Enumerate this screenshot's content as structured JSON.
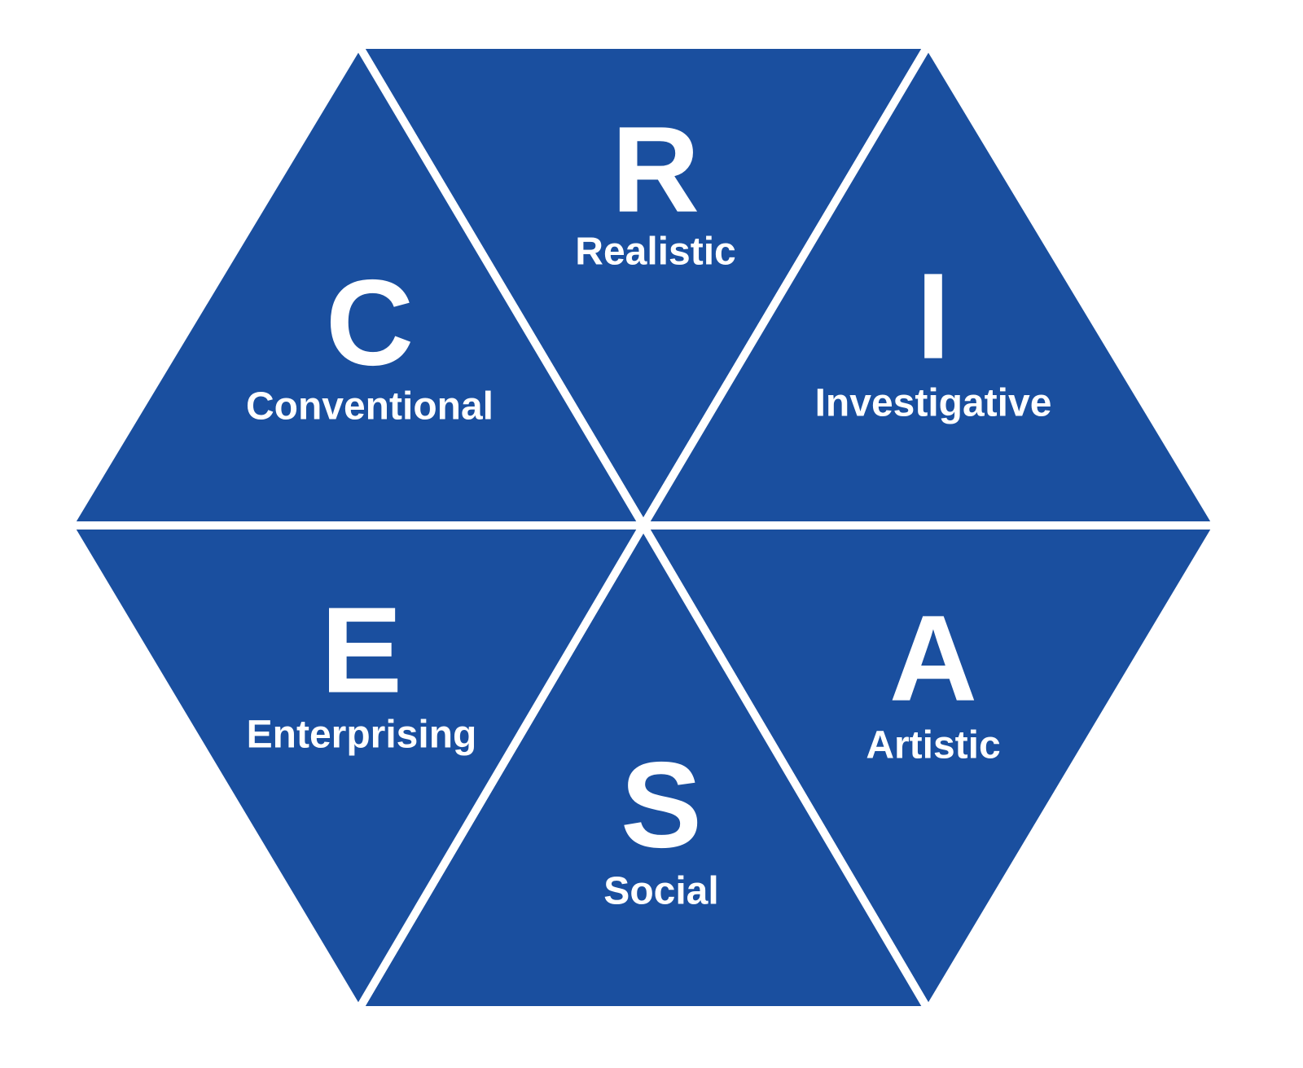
{
  "colors": {
    "background": "#ffffff",
    "segment_fill": "#1a4f9f",
    "divider": "#ffffff",
    "text": "#ffffff"
  },
  "segments": [
    {
      "letter": "R",
      "label": "Realistic"
    },
    {
      "letter": "I",
      "label": "Investigative"
    },
    {
      "letter": "A",
      "label": "Artistic"
    },
    {
      "letter": "S",
      "label": "Social"
    },
    {
      "letter": "E",
      "label": "Enterprising"
    },
    {
      "letter": "C",
      "label": "Conventional"
    }
  ]
}
